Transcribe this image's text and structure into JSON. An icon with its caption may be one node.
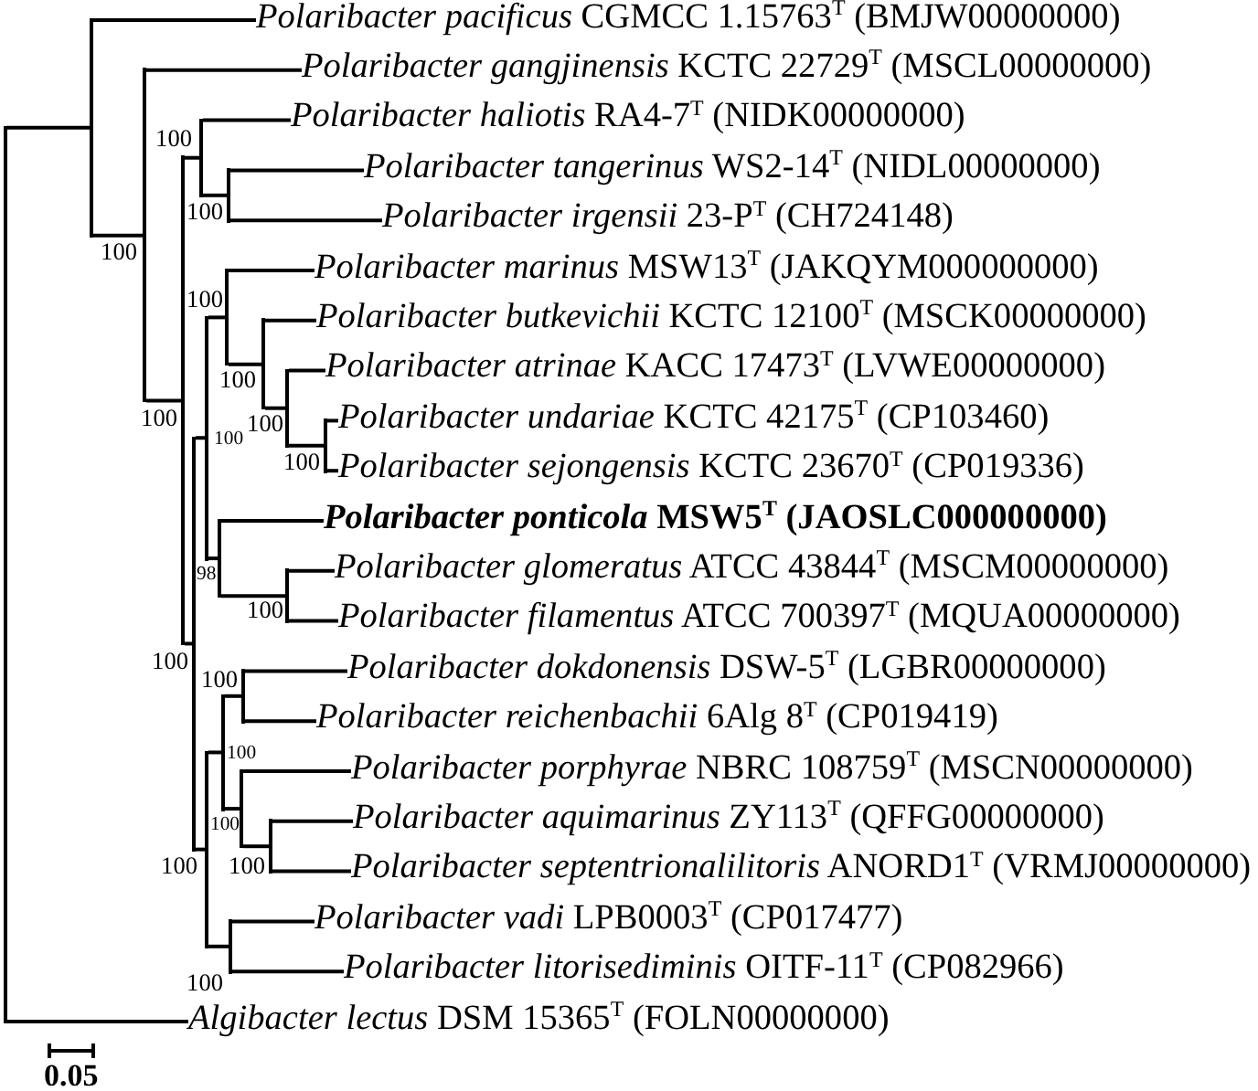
{
  "diagram": {
    "nodes": [
      {
        "text": [
          "*Polaribacter pacificus* CGMCC 1.15763$^{T}$ (BMJW00000000)"
        ]
      },
      {
        "text": [
          "*Polaribacter gangjinensis* KCTC 22729$^{T}$ (MSCL00000000)"
        ]
      },
      {
        "text": [
          "*Polaribacter haliotis* RA4-7$^{T}$ (NIDK00000000)"
        ]
      },
      {
        "text": [
          "*Polaribacter tangerinus* WS2-14$^{T}$ (NIDL00000000)"
        ]
      },
      {
        "text": [
          "*Polaribacter irgensii* 23-P$^{T}$ (CH724148)"
        ]
      },
      {
        "text": [
          "*Polaribacter marinus* MSW13$^{T}$ (JAKQYM000000000)"
        ]
      },
      {
        "text": [
          "*Polaribacter butkevichii* KCTC 12100$^{T}$ (MSCK00000000)"
        ]
      },
      {
        "text": [
          "*Polaribacter atrinae* KACC 17473$^{T}$ (LVWE00000000)"
        ]
      },
      {
        "text": [
          "*Polaribacter undariae* KCTC 42175$^{T}$ (CP103460)"
        ]
      },
      {
        "text": [
          "*Polaribacter sejongensis* KCTC 23670$^{T}$ (CP019336)"
        ]
      },
      {
        "text": [
          "*Polaribacter ponticola* MSW5$^{T}$ (JAOSLC000000000)"
        ]
      },
      {
        "text": [
          "*Polaribacter glomeratus* ATCC 43844$^{T}$ (MSCM00000000)"
        ]
      },
      {
        "text": [
          "*Polaribacter filamentus* ATCC 700397$^{T}$ (MQUA00000000)"
        ]
      },
      {
        "text": [
          "*Polaribacter dokdonensis* DSW-5$^{T}$ (LGBR00000000)"
        ]
      },
      {
        "text": [
          "*Polaribacter reichenbachii* 6Alg 8$^{T}$ (CP019419)"
        ]
      },
      {
        "text": [
          "*Polaribacter porphyrae* NBRC 108759$^{T}$ (MSCN00000000)"
        ]
      },
      {
        "text": [
          "*Polaribacter aquimarinus* ZY113$^{T}$ (QFFG00000000)"
        ]
      },
      {
        "text": [
          "*Polaribacter septentrionalilitoris* ANORD1$^{T}$ (VRMJ00000000)"
        ]
      },
      {
        "text": [
          "*Polaribacter vadi* LPB0003$^{T}$ (CP017477)"
        ]
      },
      {
        "text": [
          "*Polaribacter litorisediminis* OITF-11$^{T}$ (CP082966)"
        ]
      },
      {
        "text": [
          "*Algibacter lectus* DSM 15365$^{T}$ (FOLN00000000)"
        ]
      },
      {
        "text": [],
        "shape": "bar"
      },
      {
        "text": [],
        "shape": "bar"
      },
      {
        "text": [],
        "shape": "bar",
        "beside": [
          "100"
        ]
      },
      {
        "text": [],
        "shape": "bar",
        "beside": [
          "100"
        ]
      },
      {
        "text": [],
        "shape": "bar",
        "beside": [
          "100"
        ]
      },
      {
        "text": [],
        "shape": "bar",
        "beside": [
          "100"
        ]
      },
      {
        "text": [],
        "shape": "bar",
        "beside": [
          "100"
        ]
      },
      {
        "text": [],
        "shape": "bar",
        "beside": [
          "100"
        ]
      },
      {
        "text": [],
        "shape": "bar",
        "beside": [
          "100"
        ]
      },
      {
        "text": [],
        "shape": "bar",
        "beside": [
          "100"
        ]
      },
      {
        "text": [],
        "shape": "bar",
        "beside": [
          "100"
        ]
      },
      {
        "text": [],
        "shape": "bar",
        "beside": [
          "100"
        ]
      },
      {
        "text": [],
        "shape": "bar",
        "beside": [
          "98"
        ]
      },
      {
        "text": [],
        "shape": "bar",
        "beside": [
          "100"
        ]
      },
      {
        "text": [],
        "shape": "bar",
        "beside": [
          "100"
        ]
      },
      {
        "text": [],
        "shape": "bar",
        "beside": [
          "100"
        ]
      },
      {
        "text": [],
        "shape": "bar",
        "beside": [
          "100"
        ]
      },
      {
        "text": [],
        "shape": "bar",
        "beside": [
          "100"
        ]
      },
      {
        "text": [],
        "shape": "bar",
        "beside": [
          "100"
        ]
      },
      {
        "text": [],
        "shape": "bar",
        "beside": [
          "100"
        ]
      }
    ],
    "edges": [
      {
        "from": 21,
        "to": 22,
        "arrow": "none"
      },
      {
        "from": 21,
        "to": 20,
        "arrow": "none"
      },
      {
        "from": 22,
        "to": 0,
        "arrow": "none"
      },
      {
        "from": 22,
        "to": 23,
        "arrow": "none"
      },
      {
        "from": 23,
        "to": 1,
        "arrow": "none"
      },
      {
        "from": 23,
        "to": 24,
        "arrow": "none"
      },
      {
        "from": 24,
        "to": 25,
        "arrow": "none"
      },
      {
        "from": 24,
        "to": 27,
        "arrow": "none"
      },
      {
        "from": 25,
        "to": 2,
        "arrow": "none"
      },
      {
        "from": 25,
        "to": 26,
        "arrow": "none"
      },
      {
        "from": 26,
        "to": 3,
        "arrow": "none"
      },
      {
        "from": 26,
        "to": 4,
        "arrow": "none"
      },
      {
        "from": 27,
        "to": 28,
        "arrow": "none"
      },
      {
        "from": 27,
        "to": 35,
        "arrow": "none"
      },
      {
        "from": 28,
        "to": 29,
        "arrow": "none"
      },
      {
        "from": 28,
        "to": 33,
        "arrow": "none"
      },
      {
        "from": 29,
        "to": 5,
        "arrow": "none"
      },
      {
        "from": 29,
        "to": 30,
        "arrow": "none"
      },
      {
        "from": 30,
        "to": 6,
        "arrow": "none"
      },
      {
        "from": 30,
        "to": 31,
        "arrow": "none"
      },
      {
        "from": 31,
        "to": 7,
        "arrow": "none"
      },
      {
        "from": 31,
        "to": 32,
        "arrow": "none"
      },
      {
        "from": 32,
        "to": 8,
        "arrow": "none"
      },
      {
        "from": 32,
        "to": 9,
        "arrow": "none"
      },
      {
        "from": 33,
        "to": 10,
        "arrow": "none"
      },
      {
        "from": 33,
        "to": 34,
        "arrow": "none"
      },
      {
        "from": 34,
        "to": 11,
        "arrow": "none"
      },
      {
        "from": 34,
        "to": 12,
        "arrow": "none"
      },
      {
        "from": 35,
        "to": 36,
        "arrow": "none"
      },
      {
        "from": 35,
        "to": 40,
        "arrow": "none"
      },
      {
        "from": 36,
        "to": 37,
        "arrow": "none"
      },
      {
        "from": 36,
        "to": 38,
        "arrow": "none"
      },
      {
        "from": 37,
        "to": 13,
        "arrow": "none"
      },
      {
        "from": 37,
        "to": 14,
        "arrow": "none"
      },
      {
        "from": 38,
        "to": 15,
        "arrow": "none"
      },
      {
        "from": 38,
        "to": 39,
        "arrow": "none"
      },
      {
        "from": 39,
        "to": 16,
        "arrow": "none"
      },
      {
        "from": 39,
        "to": 17,
        "arrow": "none"
      },
      {
        "from": 40,
        "to": 18,
        "arrow": "none"
      },
      {
        "from": 40,
        "to": 19,
        "arrow": "none"
      }
    ],
    "labels": [
      "0.05"
    ]
  }
}
